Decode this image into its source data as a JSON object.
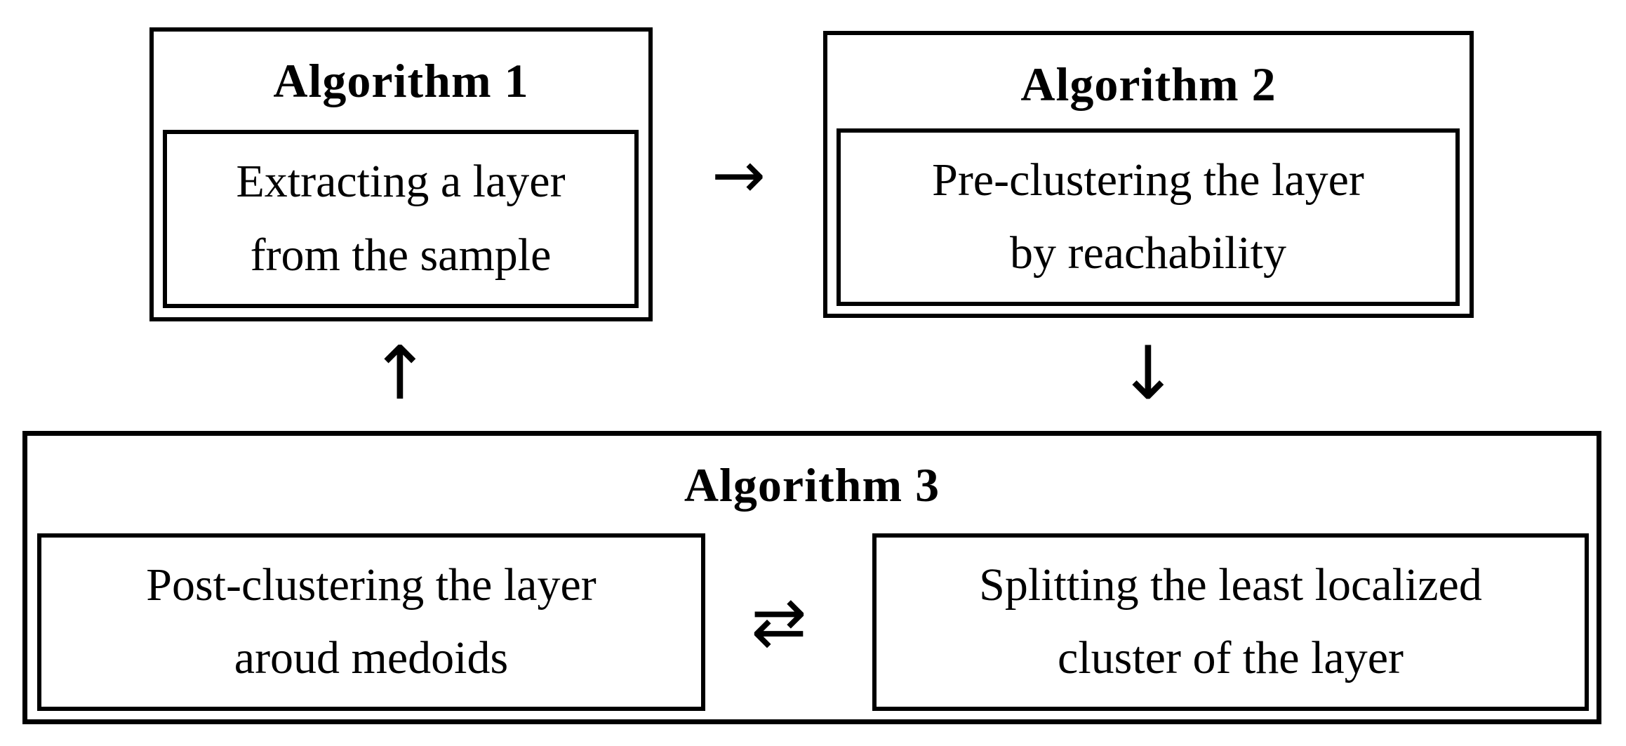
{
  "figure": {
    "background_color": "#ffffff",
    "line_color": "#000000"
  },
  "boxes": {
    "algorithm1": {
      "title": "Algorithm 1",
      "body_line1": "Extracting a layer",
      "body_line2": "from the sample"
    },
    "algorithm2": {
      "title": "Algorithm 2",
      "body_line1": "Pre-clustering the layer",
      "body_line2": "by reachability"
    },
    "algorithm3": {
      "title": "Algorithm 3",
      "left_box": {
        "line1": "Post-clustering the layer",
        "line2": "aroud medoids"
      },
      "right_box": {
        "line1": "Splitting the least localized",
        "line2": "cluster of the layer"
      }
    }
  },
  "arrows": {
    "alg1_to_alg2": {
      "name": "right-arrow-icon",
      "glyph": "→"
    },
    "alg2_to_alg3": {
      "name": "down-arrow-icon",
      "glyph": "↓"
    },
    "alg3_to_alg1": {
      "name": "up-arrow-icon",
      "glyph": "↑"
    },
    "exchange": {
      "name": "swap-arrows-icon",
      "glyph": "⇄"
    }
  }
}
